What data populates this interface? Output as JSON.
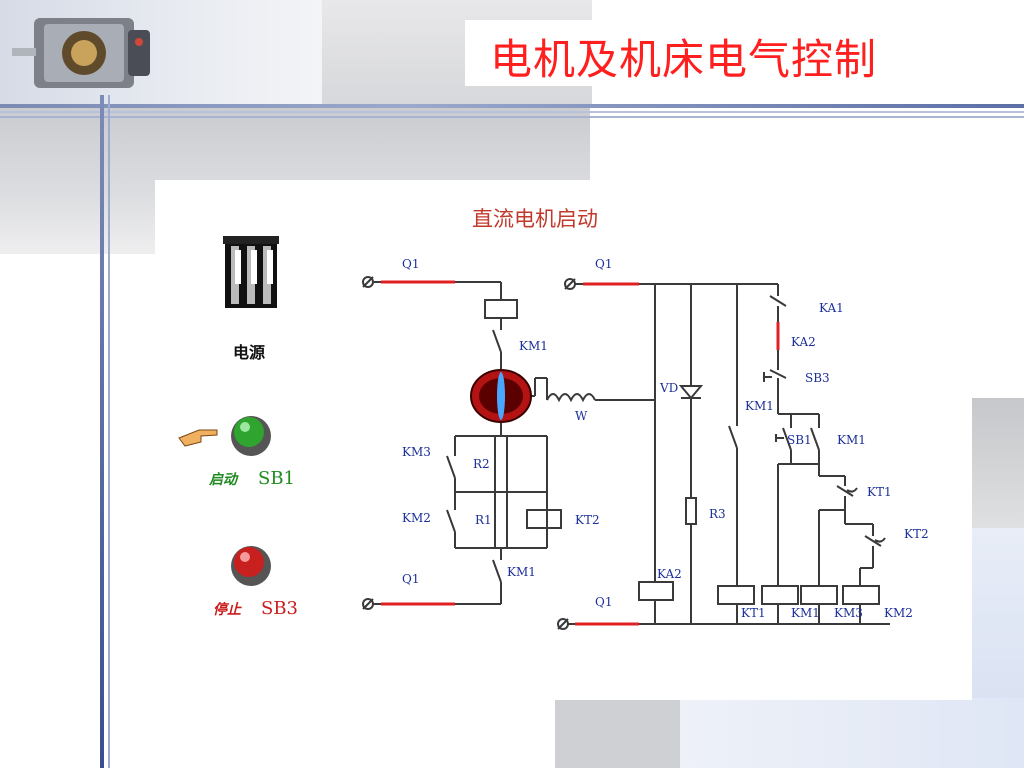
{
  "slide": {
    "title": "电机及机床电气控制"
  },
  "diagram": {
    "title": "直流电机启动",
    "controls": {
      "power_label": "电源",
      "start_label_cn": "启动",
      "start_label_code": "SB1",
      "stop_label_cn": "停止",
      "stop_label_code": "SB3"
    },
    "labels": {
      "q1_a": "Q1",
      "q1_b": "Q1",
      "q1_c": "Q1",
      "q1_d": "Q1",
      "km1_main": "KM1",
      "km1_low": "KM1",
      "km3": "KM3",
      "km2": "KM2",
      "r2": "R2",
      "r1": "R1",
      "kt2_coil": "KT2",
      "w": "W",
      "vd": "VD",
      "r3": "R3",
      "ka2_coil": "KA2",
      "ka1": "KA1",
      "ka2": "KA2",
      "sb3": "SB3",
      "km1_ctl": "KM1",
      "sb1": "SB1",
      "km1_ctl2": "KM1",
      "kt1": "KT1",
      "kt2": "KT2",
      "coil_kt1": "KT1",
      "coil_km1": "KM1",
      "coil_km3": "KM3",
      "coil_km2": "KM2"
    },
    "colors": {
      "wire": "#3a3a3a",
      "label": "#1c2f9a",
      "title": "#c0392b",
      "fuse": "#e02020",
      "motor": "#b31313",
      "start_btn": "#2fa52f",
      "stop_btn": "#c81f1f"
    }
  }
}
